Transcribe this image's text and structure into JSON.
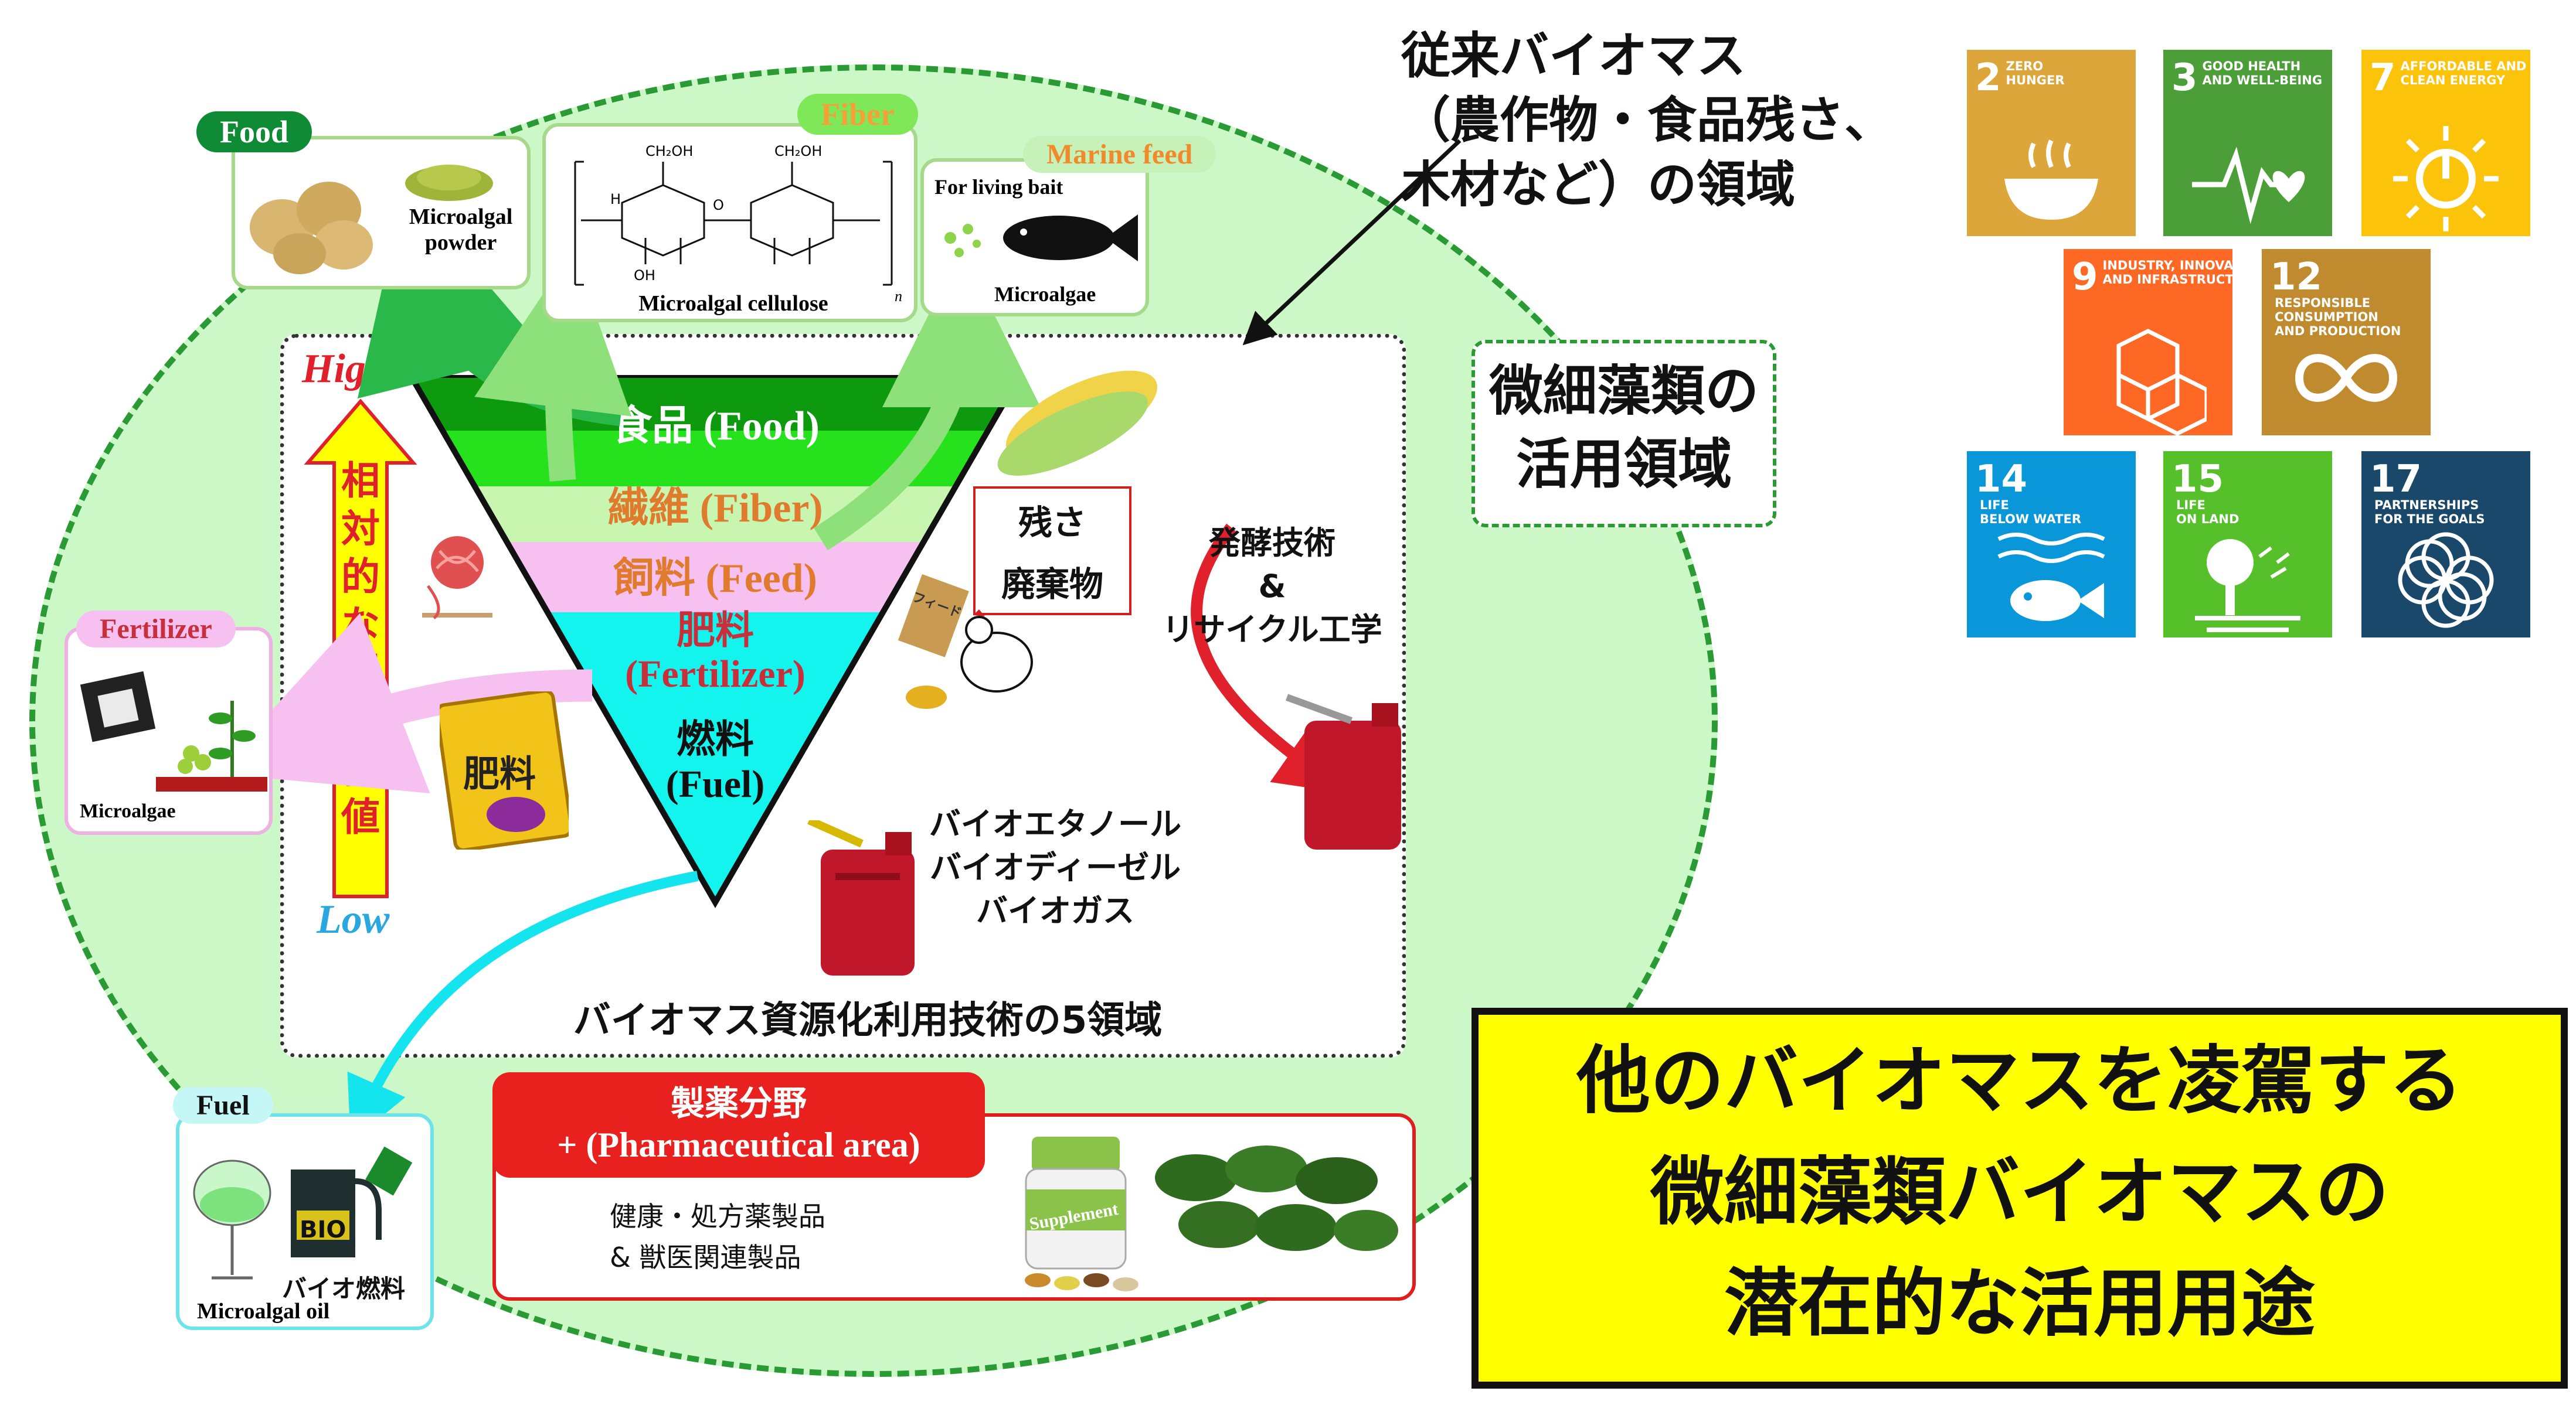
{
  "conventional_label": "従来バイオマス\n（農作物・食品残さ、\n木材など）の領域",
  "microalgae_area_label": "微細藻類の\n活用領域",
  "conclusion": "他のバイオマスを凌駕する\n微細藻類バイオマスの\n潜在的な活用用途",
  "pyramid": {
    "levels": [
      {
        "label": "食品 (Food)",
        "color": "#0e9a0e",
        "text_color": "#ffffff"
      },
      {
        "label": "繊維 (Fiber)",
        "color": "#26e21d",
        "text_color": "#e07a2c"
      },
      {
        "label": "飼料 (Feed)",
        "color": "#c8f5b0",
        "text_color": "#e07a2c"
      },
      {
        "label": "肥料\n(Fertilizer)",
        "color": "#f6c0f1",
        "text_color": "#c7303a"
      },
      {
        "label": "燃料\n(Fuel)",
        "color": "#14f4ee",
        "text_color": "#111111"
      }
    ],
    "high_label": "High",
    "low_label": "Low",
    "value_arrow_label": "相対的な利用価値",
    "frame_caption": "バイオマス資源化利用技術の5領域"
  },
  "food_box": {
    "tag": "Food",
    "caption": "Microalgal\npowder"
  },
  "fiber_box": {
    "tag": "Fiber",
    "caption": "Microalgal cellulose",
    "n": "n",
    "ch2oh_1": "CH₂OH",
    "ch2oh_2": "CH₂OH",
    "h": "H",
    "oh": "OH",
    "o": "O"
  },
  "marine_box": {
    "tag": "Marine feed",
    "bait": "For living bait",
    "caption": "Microalgae"
  },
  "fertilizer_box": {
    "tag": "Fertilizer",
    "caption": "Microalgae"
  },
  "fertilizer_bag": "肥料",
  "fuel_box": {
    "tag": "Fuel",
    "bio": "BIO",
    "fuel_jp": "バイオ燃料",
    "caption": "Microalgal oil"
  },
  "pharma_box": {
    "title": "製薬分野",
    "subtitle": "+ (Pharmaceutical area)",
    "line1": "健康・処方薬製品",
    "line2": "& 獣医関連製品",
    "bottle_label": "Supplement"
  },
  "residue_label": "残さ\n廃棄物",
  "fermentation_label": "発酵技術\n&\nリサイクル工学",
  "biofuels": "バイオエタノール\nバイオディーゼル\nバイオガス",
  "feed_bag": "フィード",
  "sdgs": [
    {
      "num": "2",
      "title": "ZERO\nHUNGER",
      "color": "#dda63a",
      "icon": "bowl-icon"
    },
    {
      "num": "3",
      "title": "GOOD HEALTH\nAND WELL-BEING",
      "color": "#4c9f38",
      "icon": "heartbeat-icon"
    },
    {
      "num": "7",
      "title": "AFFORDABLE AND\nCLEAN ENERGY",
      "color": "#fcc30b",
      "icon": "power-sun-icon"
    },
    {
      "num": "9",
      "title": "INDUSTRY, INNOVATION\nAND INFRASTRUCTURE",
      "color": "#fd6925",
      "icon": "cubes-icon"
    },
    {
      "num": "12",
      "title": "RESPONSIBLE\nCONSUMPTION\nAND PRODUCTION",
      "color": "#bf8b2e",
      "icon": "infinity-icon"
    },
    {
      "num": "14",
      "title": "LIFE\nBELOW WATER",
      "color": "#0a97d9",
      "icon": "fish-icon"
    },
    {
      "num": "15",
      "title": "LIFE\nON LAND",
      "color": "#56c02b",
      "icon": "tree-icon"
    },
    {
      "num": "17",
      "title": "PARTNERSHIPS\nFOR THE GOALS",
      "color": "#19486a",
      "icon": "flower-icon"
    }
  ]
}
